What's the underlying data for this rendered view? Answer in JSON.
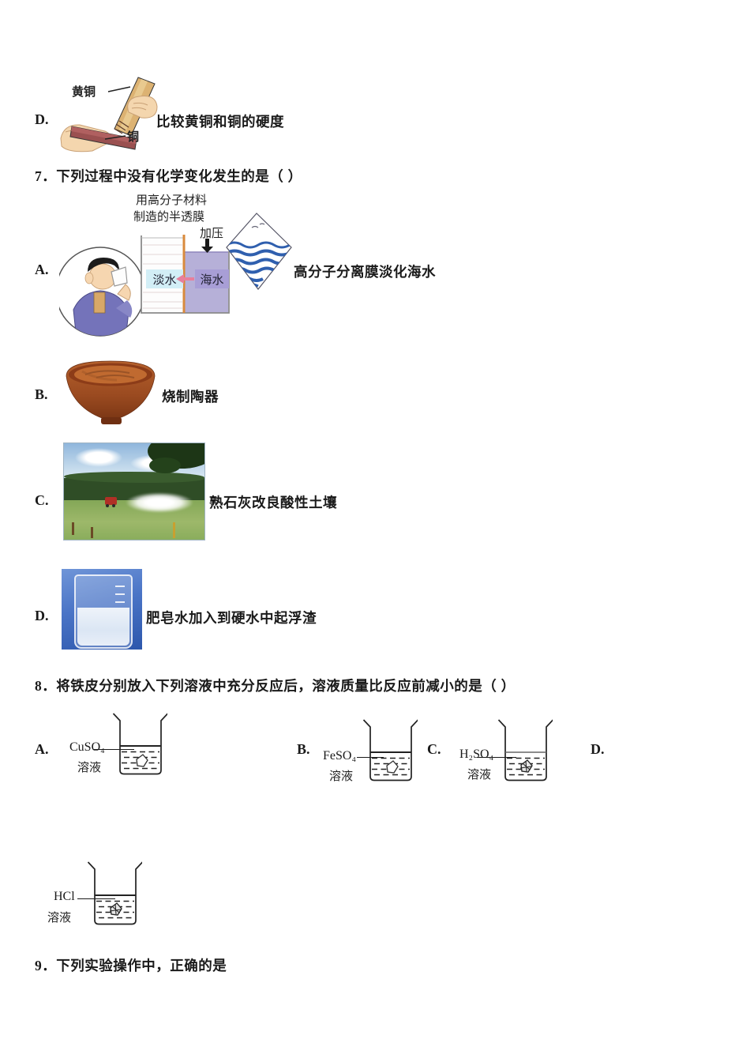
{
  "prev_option_d": {
    "label": "D.",
    "brass_label": "黄铜",
    "copper_label": "铜",
    "caption": "比较黄铜和铜的硬度"
  },
  "q7": {
    "number": "7．",
    "text": "下列过程中没有化学变化发生的是（      ）",
    "options": [
      {
        "label": "A.",
        "caption": "高分子分离膜淡化海水",
        "membrane_note_line1": "用高分子材料",
        "membrane_note_line2": "制造的半透膜",
        "pressure_label": "加压",
        "fresh_water_label": "淡水",
        "sea_water_label": "海水"
      },
      {
        "label": "B.",
        "caption": "烧制陶器"
      },
      {
        "label": "C.",
        "caption": "熟石灰改良酸性土壤"
      },
      {
        "label": "D.",
        "caption": "肥皂水加入到硬水中起浮渣"
      }
    ]
  },
  "q8": {
    "number": "8．",
    "text": "将铁皮分别放入下列溶液中充分反应后，溶液质量比反应前减小的是（      ）",
    "options": [
      {
        "label": "A.",
        "solute": "CuSO₄",
        "solvent_word": "溶液"
      },
      {
        "label": "B.",
        "solute": "FeSO₄",
        "solvent_word": "溶液"
      },
      {
        "label": "C.",
        "solute": "H₂SO₄",
        "solvent_word": "溶液"
      },
      {
        "label": "D.",
        "solute": "HCl",
        "solvent_word": "溶液"
      }
    ]
  },
  "q9": {
    "number": "9．",
    "text": "下列实验操作中，正确的是"
  },
  "colors": {
    "ink": "#1a1a1a",
    "brass": "#dcb272",
    "copper": "#9a5050",
    "membrane_orange": "#d98a3c",
    "fresh_box": "#d2eef6",
    "sea_box": "#a89ed6",
    "arrow_pink": "#e87f9c",
    "wave_blue": "#2f5fae",
    "photo_blue": "#4a74c6",
    "pottery": "#a9502a"
  }
}
